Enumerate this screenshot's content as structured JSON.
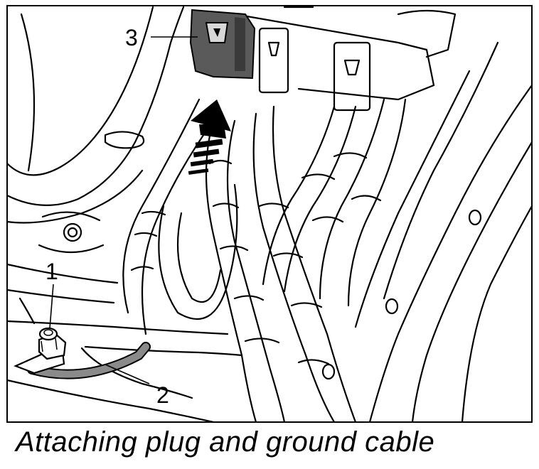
{
  "figure": {
    "callouts": [
      {
        "id": "1",
        "label": "1"
      },
      {
        "id": "2",
        "label": "2"
      },
      {
        "id": "3",
        "label": "3"
      }
    ]
  },
  "caption": "Attaching plug and ground cable",
  "colors": {
    "line": "#000000",
    "background": "#ffffff",
    "plug_dark": "#5a5a5a",
    "ground_cable": "#8a8a8a"
  }
}
